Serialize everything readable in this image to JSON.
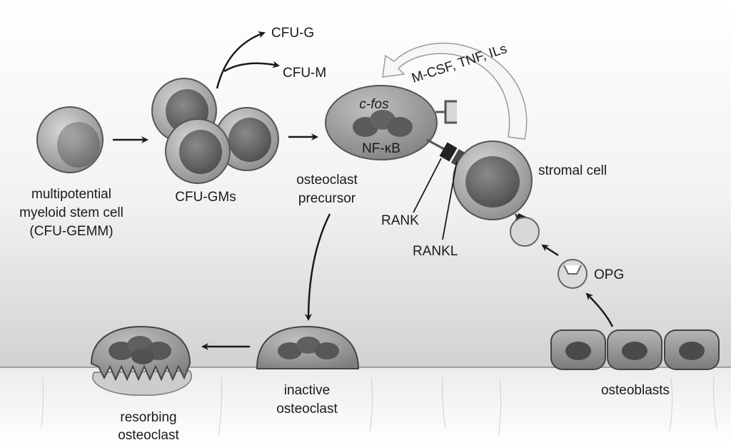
{
  "labels": {
    "cfu_g": "CFU-G",
    "cfu_m": "CFU-M",
    "stem_line1": "multipotential",
    "stem_line2": "myeloid stem cell",
    "stem_line3": "(CFU-GEMM)",
    "cfu_gms": "CFU-GMs",
    "precursor_line1": "osteoclast",
    "precursor_line2": "precursor",
    "c_fos": "c-fos",
    "nf_kb": "NF-κB",
    "cytokines": "M-CSF, TNF, ILs",
    "stromal_cell": "stromal cell",
    "rank": "RANK",
    "rankl": "RANKL",
    "opg": "OPG",
    "inactive_line1": "inactive",
    "inactive_line2": "osteoclast",
    "resorbing_line1": "resorbing",
    "resorbing_line2": "osteoclast",
    "osteoblasts": "osteoblasts"
  },
  "colors": {
    "cell_fill": "#9a9a9a",
    "nucleus_fill": "#5e5e5e",
    "bone_bg": "#cfcfcf",
    "line": "#1a1a1a"
  }
}
